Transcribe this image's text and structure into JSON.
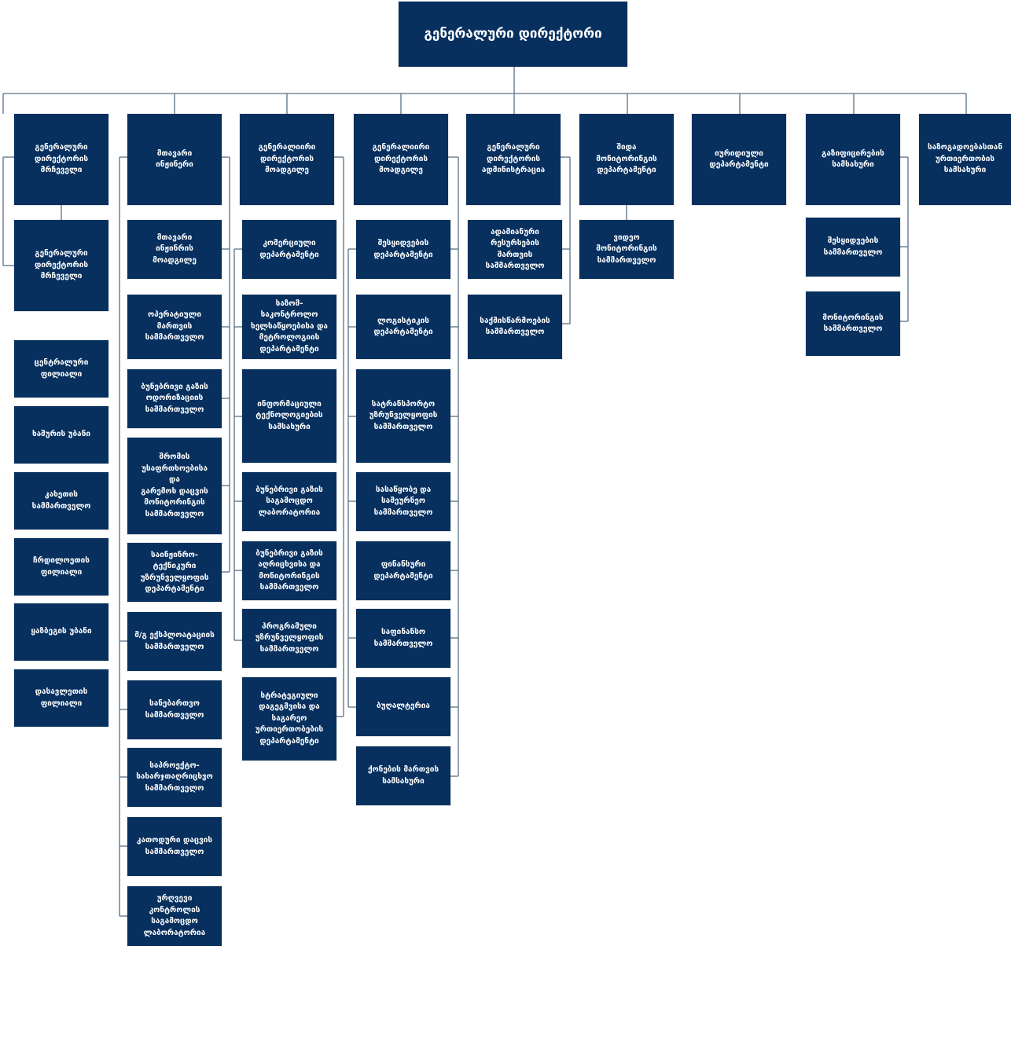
{
  "nodes": {
    "ceo": "გენერალური დირექტორი",
    "c1": "გენერალური\nდირექტორის\nმრჩეველი",
    "c1a": "გენერალური\nდირექტორის\nმრჩეველი",
    "c1b": "ცენტრალური\nფილიალი",
    "c1c": "ხაშურის უბანი",
    "c1d": "კახეთის\nსამმართველო",
    "c1e": "ჩრდილოეთის\nფილიალი",
    "c1f": "ყაზბეგის უბანი",
    "c1g": "დასავლეთის\nფილიალი",
    "c2": "მთავარი\nინჟინერი",
    "c2a": "მთავარი\nინჟინრის\nმოადგილე",
    "c2b": "ოპერატიული\nმართვის\nსამმართველო",
    "c2c": "ბუნებრივი გაზის\nოდორიზაციის\nსამმართველო",
    "c2d": "შრომის\nუსაფრთხოებისა\nდა\nგარემოს დაცვის\nმონიტორინგის\nსამმართველო",
    "c2e": "საინჟინრო-\nტექნიკური\nუზრუნველყოფის\nდეპარტამენტი",
    "c2f": "მ/გ ექსპლოატაციის\nსამმართველო",
    "c2g": "სანებართვო\nსამმართველო",
    "c2h": "საპროექტო-\nსახარჯთაღრიცხვო\nსამმართველო",
    "c2i": "კათოდური დაცვის\nსამმართველო",
    "c2j": "ურღვევი\nკონტროლის\nსაგამოცდო\nლაბორატორია",
    "c3": "გენერალიირი\nდირექტორის\nმოადგილე",
    "c3a": "კომერციული\nდეპარტამენტი",
    "c3b": "საზომ-\nსაკონტროლო\nხელსაწყოებისა და\nმეტროლოგიის\nდეპარტამენტი",
    "c3c": "ინფორმაციული\nტექნოლოგიების\nსამსახური",
    "c3d": "ბუნებრივი გაზის\nსაგამოცდო\nლაბორატორია",
    "c3e": "ბუნებრივი გაზის\nაღრიცხვისა და\nმონიტორინგის\nსამმართველო",
    "c3f": "პროგრამული\nუზრუნველყოფის\nსამმართველო",
    "c3g": "სტრატეგიული\nდაგეგმვისა და\nსაგარეო\nურთიერთობების\nდეპარტამენტი",
    "c4": "გენერალიირი\nდირექტორის\nმოადგილე",
    "c4a": "შესყიდვების\nდეპარტამენტი",
    "c4b": "ლოგისტიკის\nდეპარტამენტი",
    "c4c": "სატრანსპორტო\nუზრუნველყოფის\nსამმართველო",
    "c4d": "სასაწყობე და\nსამეურნეო\nსამმართველო",
    "c4e": "ფინანსური\nდეპარტამენტი",
    "c4f": "საფინანსო\nსამმართველო",
    "c4g": "ბუღალტერია",
    "c4h": "ქონების მართვის\nსამსახური",
    "c5": "გენერალური\nდირექტორის\nადმინისტრაცია",
    "c5a": "ადამიანური\nრესურსების\nმართვის\nსამმართველო",
    "c5b": "საქმისწარმოების\nსამმართველო",
    "c6": "შიდა\nმონიტორინგის\nდეპარტამენტი",
    "c6a": "ვიდეო\nმონიტორინგის\nსამმართველო",
    "c7": "იურიდიული\nდეპარტამენტი",
    "c8": "გაზიფიცირების\nსამსახური",
    "c8a": "შესყიდვების\nსამმართველო",
    "c8b": "მონიტორინგის\nსამმართველო",
    "c9": "საზოგადოებასთან\nურთიერთობის\nსამსახური"
  },
  "colors": {
    "box": "#07305f",
    "line": "#5a6f86",
    "text": "#ffffff"
  }
}
